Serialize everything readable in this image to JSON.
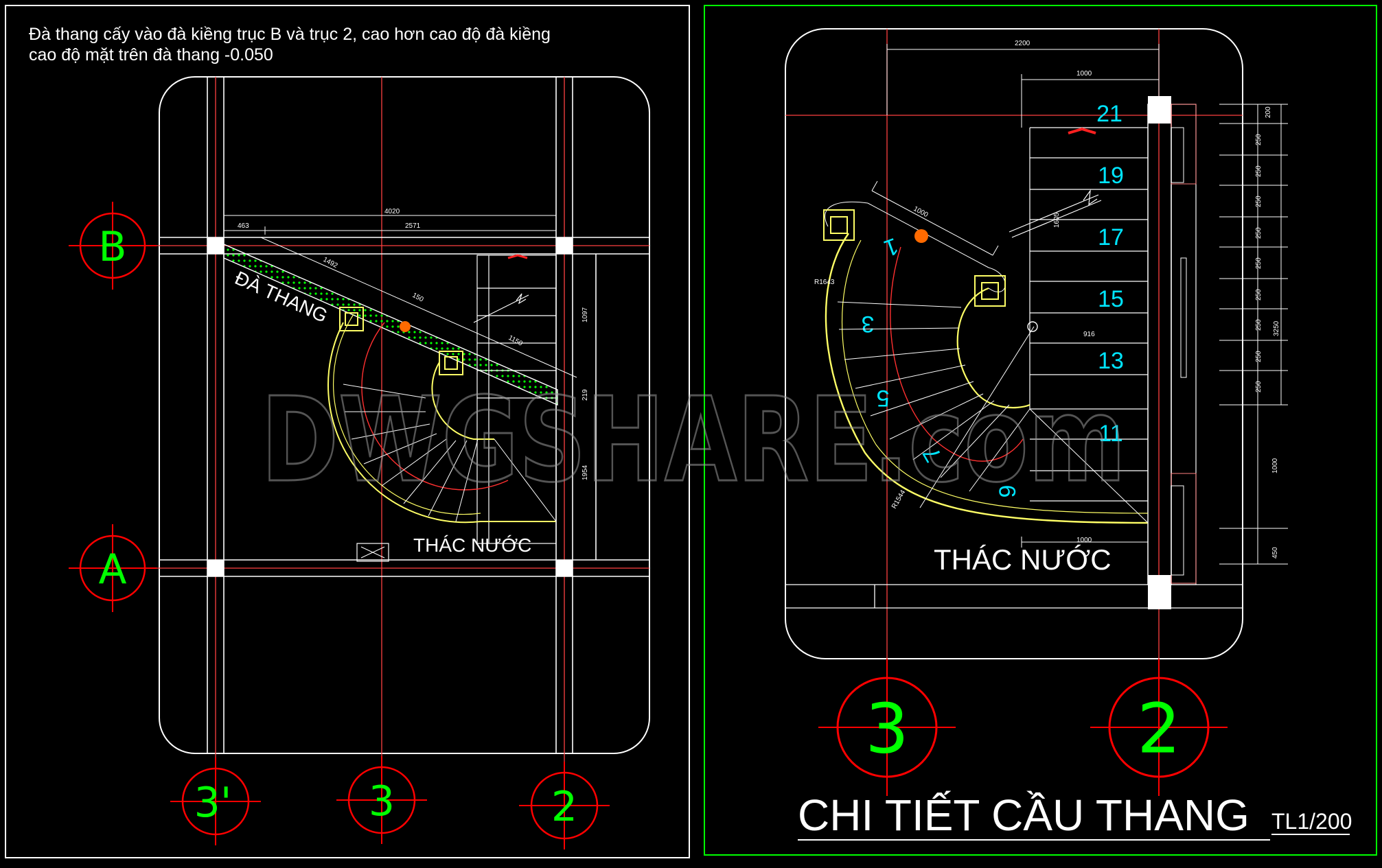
{
  "note": {
    "line1": "Đà thang cấy vào đà kiềng trục B và trục 2, cao hơn cao độ đà kiềng",
    "line2": "cao độ mặt trên đà thang -0.050"
  },
  "left_plan": {
    "axis_b": "B",
    "axis_a": "A",
    "axis_3prime": "3'",
    "axis_3": "3",
    "axis_2": "2",
    "beam_label": "ĐÀ THANG",
    "waterfall_label": "THÁC NƯỚC",
    "dims": {
      "d1": "4020",
      "d2": "463",
      "d3": "2571",
      "d4": "1097",
      "d5": "1954",
      "d6": "219",
      "d7": "1492",
      "d8": "150",
      "d9": "1150"
    }
  },
  "right_plan": {
    "axis_3": "3",
    "axis_2": "2",
    "waterfall_label": "THÁC NƯỚC",
    "steps": [
      "21",
      "19",
      "17",
      "15",
      "13",
      "11",
      "9",
      "7",
      "5",
      "3",
      "1"
    ],
    "dims": {
      "top": "2200",
      "top2": "1000",
      "bottom": "1000",
      "diag": "1000",
      "radius1": "R1643",
      "radius2": "R1544",
      "v1": "1605",
      "h1": "916",
      "right_col": [
        "200",
        "250",
        "250",
        "250",
        "250",
        "250",
        "250",
        "250",
        "250",
        "250",
        "1000",
        "450"
      ],
      "right_total": "3250",
      "right_mid": "1000"
    }
  },
  "watermark": "DWGSHARE.com",
  "title": "CHI TIẾT CẦU THANG",
  "scale": "TL1/200",
  "colors": {
    "background": "#000000",
    "axis": "#ff0000",
    "axis_text": "#00ff00",
    "stair": "#ffff66",
    "step_text": "#00e5ff",
    "frame_right": "#00ff00"
  }
}
